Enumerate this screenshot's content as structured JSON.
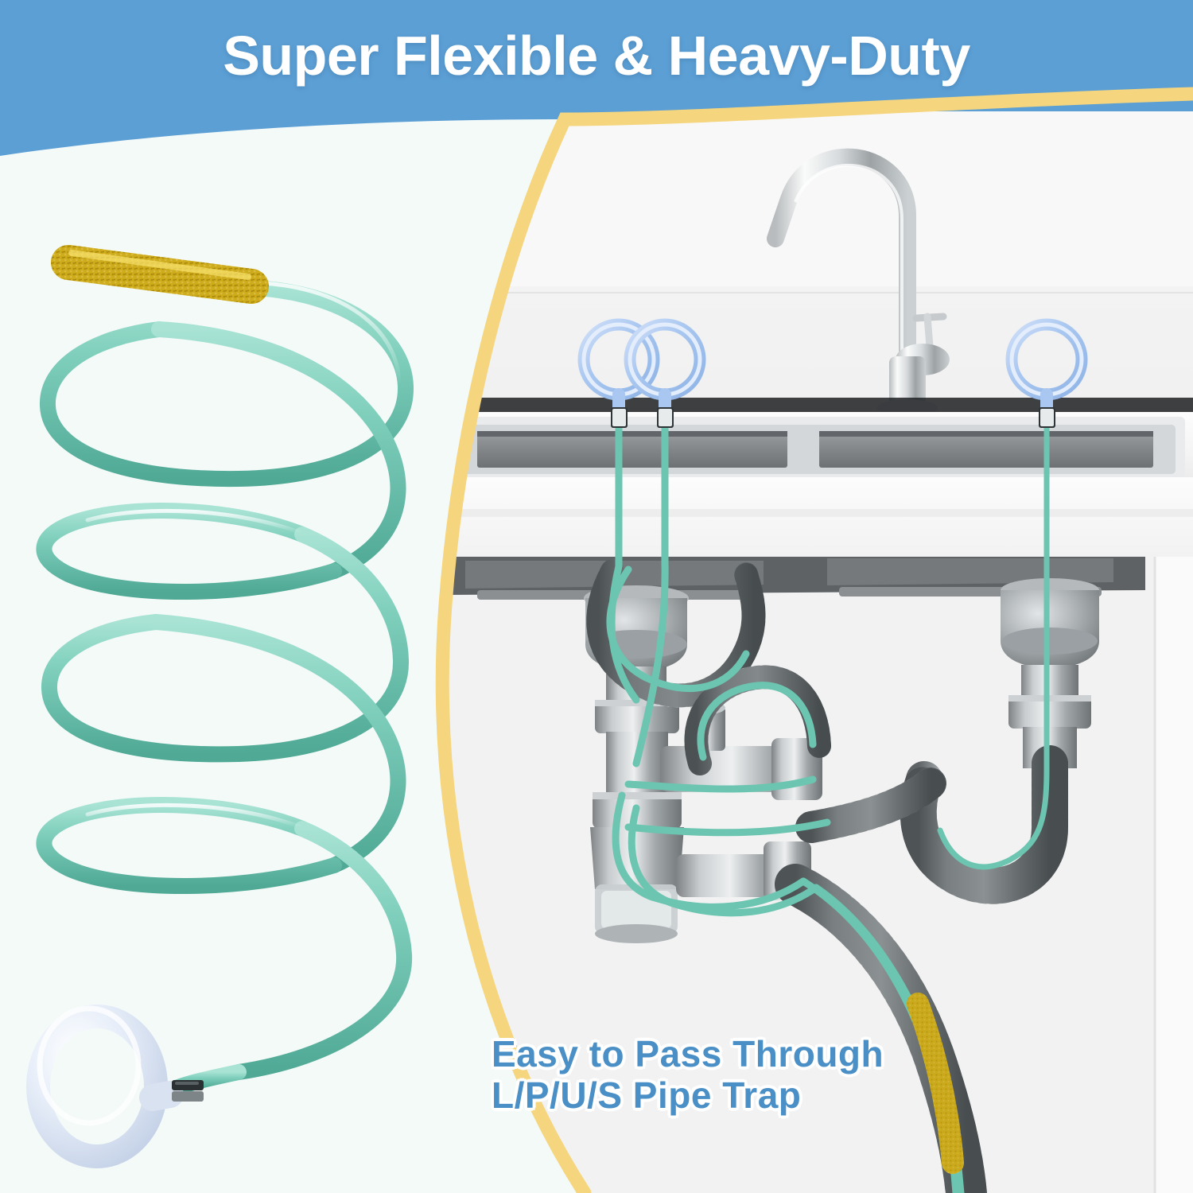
{
  "header": {
    "title": "Super Flexible & Heavy-Duty",
    "background_color": "#5C9FD4",
    "text_color": "#FFFFFF"
  },
  "divider": {
    "arc_color": "#F5D57E",
    "shape": "arc"
  },
  "left_panel": {
    "background_color": "#F4FAF8",
    "product": {
      "name": "coiled-drain-cleaning-snake",
      "cable_color": "#7FCFBC",
      "brush_tip_color": "#E8C52A",
      "ring_handle_color": "#DDE6F5",
      "ferrule_color": "#4A4F52",
      "coil_turns": 5
    }
  },
  "right_panel": {
    "photo_name": "kitchen-sink-under-cabinet-plumbing",
    "background_color": "#F0F0F0",
    "fixtures": {
      "faucet": "gooseneck-chrome-faucet",
      "sink": "double-basin-stainless-sink",
      "trap": "p-trap-assembly",
      "drain_hose": "corrugated-flexible-drain-hose"
    },
    "ring_handles_visible": 3,
    "ring_handle_color": "#A9C7F0",
    "ferrule_color": "#3A3F42",
    "cable_color": "#6BC5B0",
    "brush_color": "#E4C22C"
  },
  "caption": {
    "line1": "Easy to Pass Through",
    "line2": "L/P/U/S Pipe Trap",
    "text_color": "#4A8FC6",
    "outline_color": "#FFFFFF"
  }
}
